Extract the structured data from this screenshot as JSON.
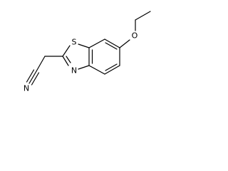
{
  "atoms": {
    "sulfur": "S",
    "ring_nitrogen": "N",
    "oxygen": "O",
    "nitrile_nitrogen": "N"
  }
}
